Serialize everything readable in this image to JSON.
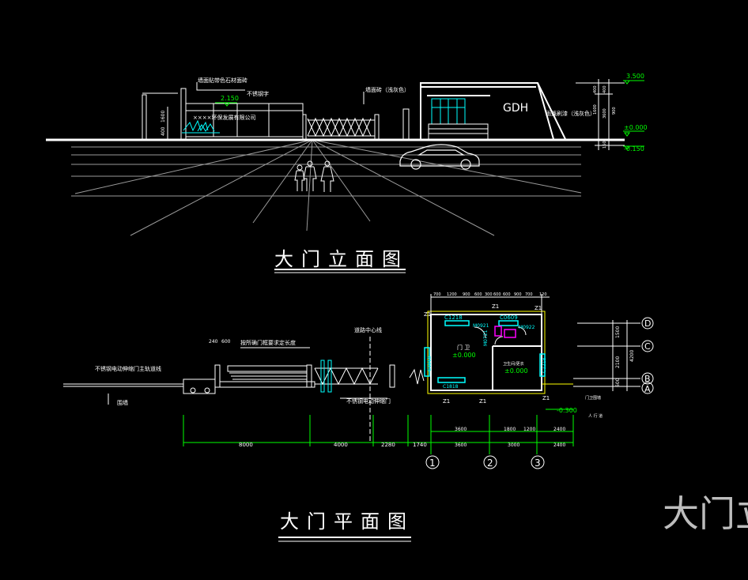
{
  "elevation": {
    "title": "大门立面图",
    "labels": {
      "top_note": "墙面贴带色石材面砖",
      "el_2150": "2.150",
      "stainless_text": "不锈钢字",
      "company": "××××环保发展有限公司",
      "wall_note": "墙面砖（浅灰色）",
      "gdh": "GDH",
      "rain_note": "雨篷刷漆（浅灰色）",
      "el_3500": "3.500",
      "el_000": "±0.000",
      "el_m0150": "-0.150",
      "dim_1": "1600",
      "dim_2": "400",
      "dim_3": "3600",
      "dim_4": "900",
      "dim_5": "150",
      "dim_6": "1600",
      "dim_7": "400"
    }
  },
  "plan": {
    "title": "大门平面图",
    "labels": {
      "road_center": "道路中心线",
      "gate_note": "按所确门框要求定长度",
      "dim_240": "240",
      "dim_600": "600",
      "rail_note": "不锈钢电动伸缩门主轨道线",
      "door_note": "不锈钢电动伸缩门",
      "railing": "围墙",
      "z1": "Z1",
      "c1218": "C1218",
      "c0609": "C0609",
      "m0921": "M0921",
      "m0922": "M0922",
      "m0721": "M0721",
      "c1818_a": "C1818",
      "c1818_b": "C1818",
      "c1218_b": "C1218",
      "room1": "门 卫",
      "room2": "卫生间/更衣",
      "el_000_a": "±0.000",
      "el_000_b": "±0.000",
      "el_m030": "-0.300",
      "entrance": "人 行 道",
      "side_note": "门卫围墙",
      "row_1500": "1500",
      "row_2100": "2100",
      "row_600": "600",
      "row_4200": "4200",
      "top_dims": [
        "700",
        "1200",
        "900",
        "600",
        "300",
        "600",
        "600",
        "900",
        "700",
        "120"
      ],
      "bottom_dims_1": [
        "8000",
        "4000",
        "2280",
        "1740"
      ],
      "bottom_dims_2": [
        "3600",
        "1800",
        "1200",
        "2400"
      ],
      "bottom_dims_3": [
        "3600",
        "3000",
        "2400"
      ],
      "axis_1": "1",
      "axis_2": "2",
      "axis_3": "3",
      "axis_a": "A",
      "axis_b": "B",
      "axis_c": "C",
      "axis_d": "D"
    }
  },
  "overflow_text": "大门立",
  "colors": {
    "background": "#000000",
    "white": "#ffffff",
    "green": "#00ff00",
    "cyan": "#00ffff",
    "yellow": "#ffff00",
    "magenta": "#ff00ff",
    "grey": "#9a9a9a"
  }
}
